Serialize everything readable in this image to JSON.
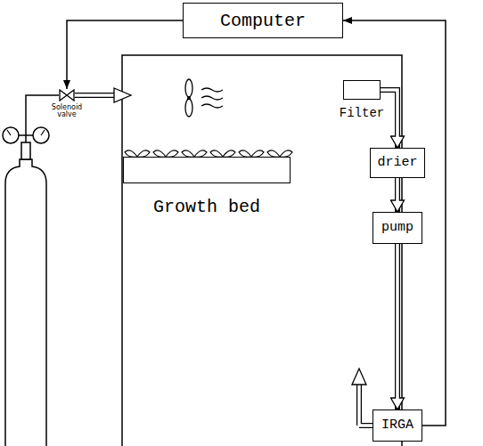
{
  "diagram": {
    "nodes": [
      {
        "text": [
          "Computer"
        ]
      },
      {
        "text": [
          "Solenoid valve"
        ]
      },
      {
        "text": [
          "Filter"
        ]
      },
      {
        "text": [
          "drier"
        ]
      },
      {
        "text": [
          "pump"
        ]
      },
      {
        "text": [
          "Growth bed"
        ]
      },
      {
        "text": [
          "IRGA"
        ]
      }
    ],
    "edges": [
      {
        "from": 0,
        "to": 1,
        "arrow": "to"
      },
      {
        "from": 2,
        "to": 3,
        "arrow": "to"
      },
      {
        "from": 3,
        "to": 4,
        "arrow": "to"
      },
      {
        "from": 4,
        "to": 6,
        "arrow": "to"
      },
      {
        "from": 6,
        "to": 0,
        "arrow": "to"
      }
    ]
  }
}
